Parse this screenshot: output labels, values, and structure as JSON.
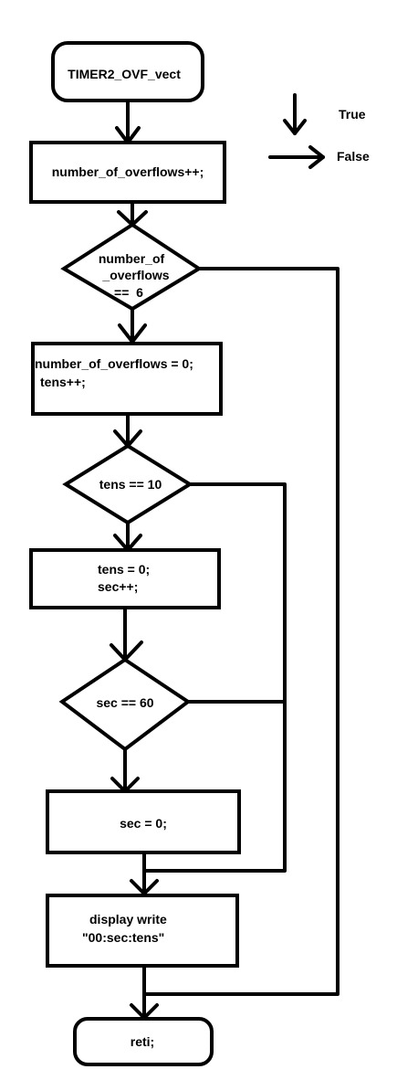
{
  "legend": {
    "true_label": "True",
    "false_label": "False"
  },
  "nodes": {
    "start": {
      "text": "TIMER2_OVF_vect"
    },
    "increment_overflows": {
      "text": "number_of_overflows++;"
    },
    "check_overflows": {
      "line1": "number_of",
      "line2": "_overflows",
      "line3": "==  6"
    },
    "reset_overflows": {
      "line1": "number_of_overflows = 0;",
      "line2": "tens++;"
    },
    "check_tens": {
      "text": "tens == 10"
    },
    "reset_tens": {
      "line1": "tens = 0;",
      "line2": "sec++;"
    },
    "check_sec": {
      "text": "sec == 60"
    },
    "reset_sec": {
      "text": "sec = 0;"
    },
    "display_write": {
      "line1": "display write",
      "line2": "\"00:sec:tens\""
    },
    "end": {
      "text": "reti;"
    }
  }
}
